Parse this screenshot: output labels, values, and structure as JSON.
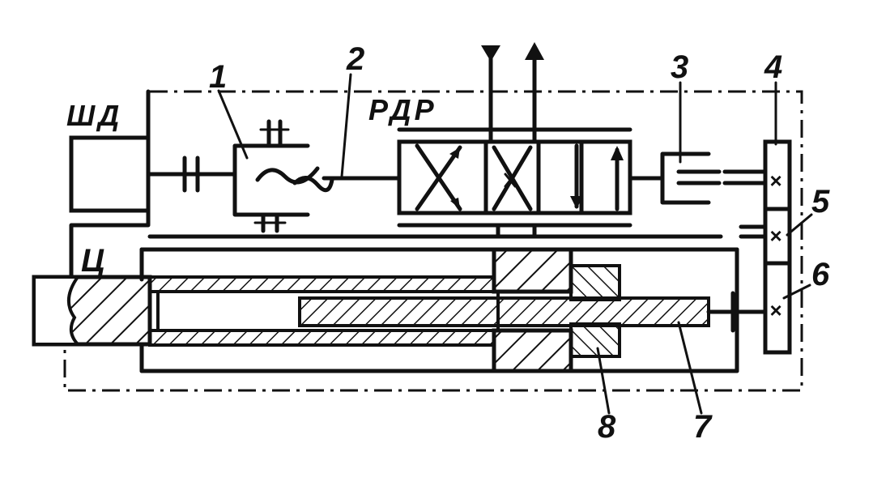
{
  "labels": {
    "motor": "ШД",
    "valve": "РДР",
    "cylinder": "Ц",
    "n1": "1",
    "n2": "2",
    "n3": "3",
    "n4": "4",
    "n5": "5",
    "n6": "6",
    "n7": "7",
    "n8": "8"
  }
}
